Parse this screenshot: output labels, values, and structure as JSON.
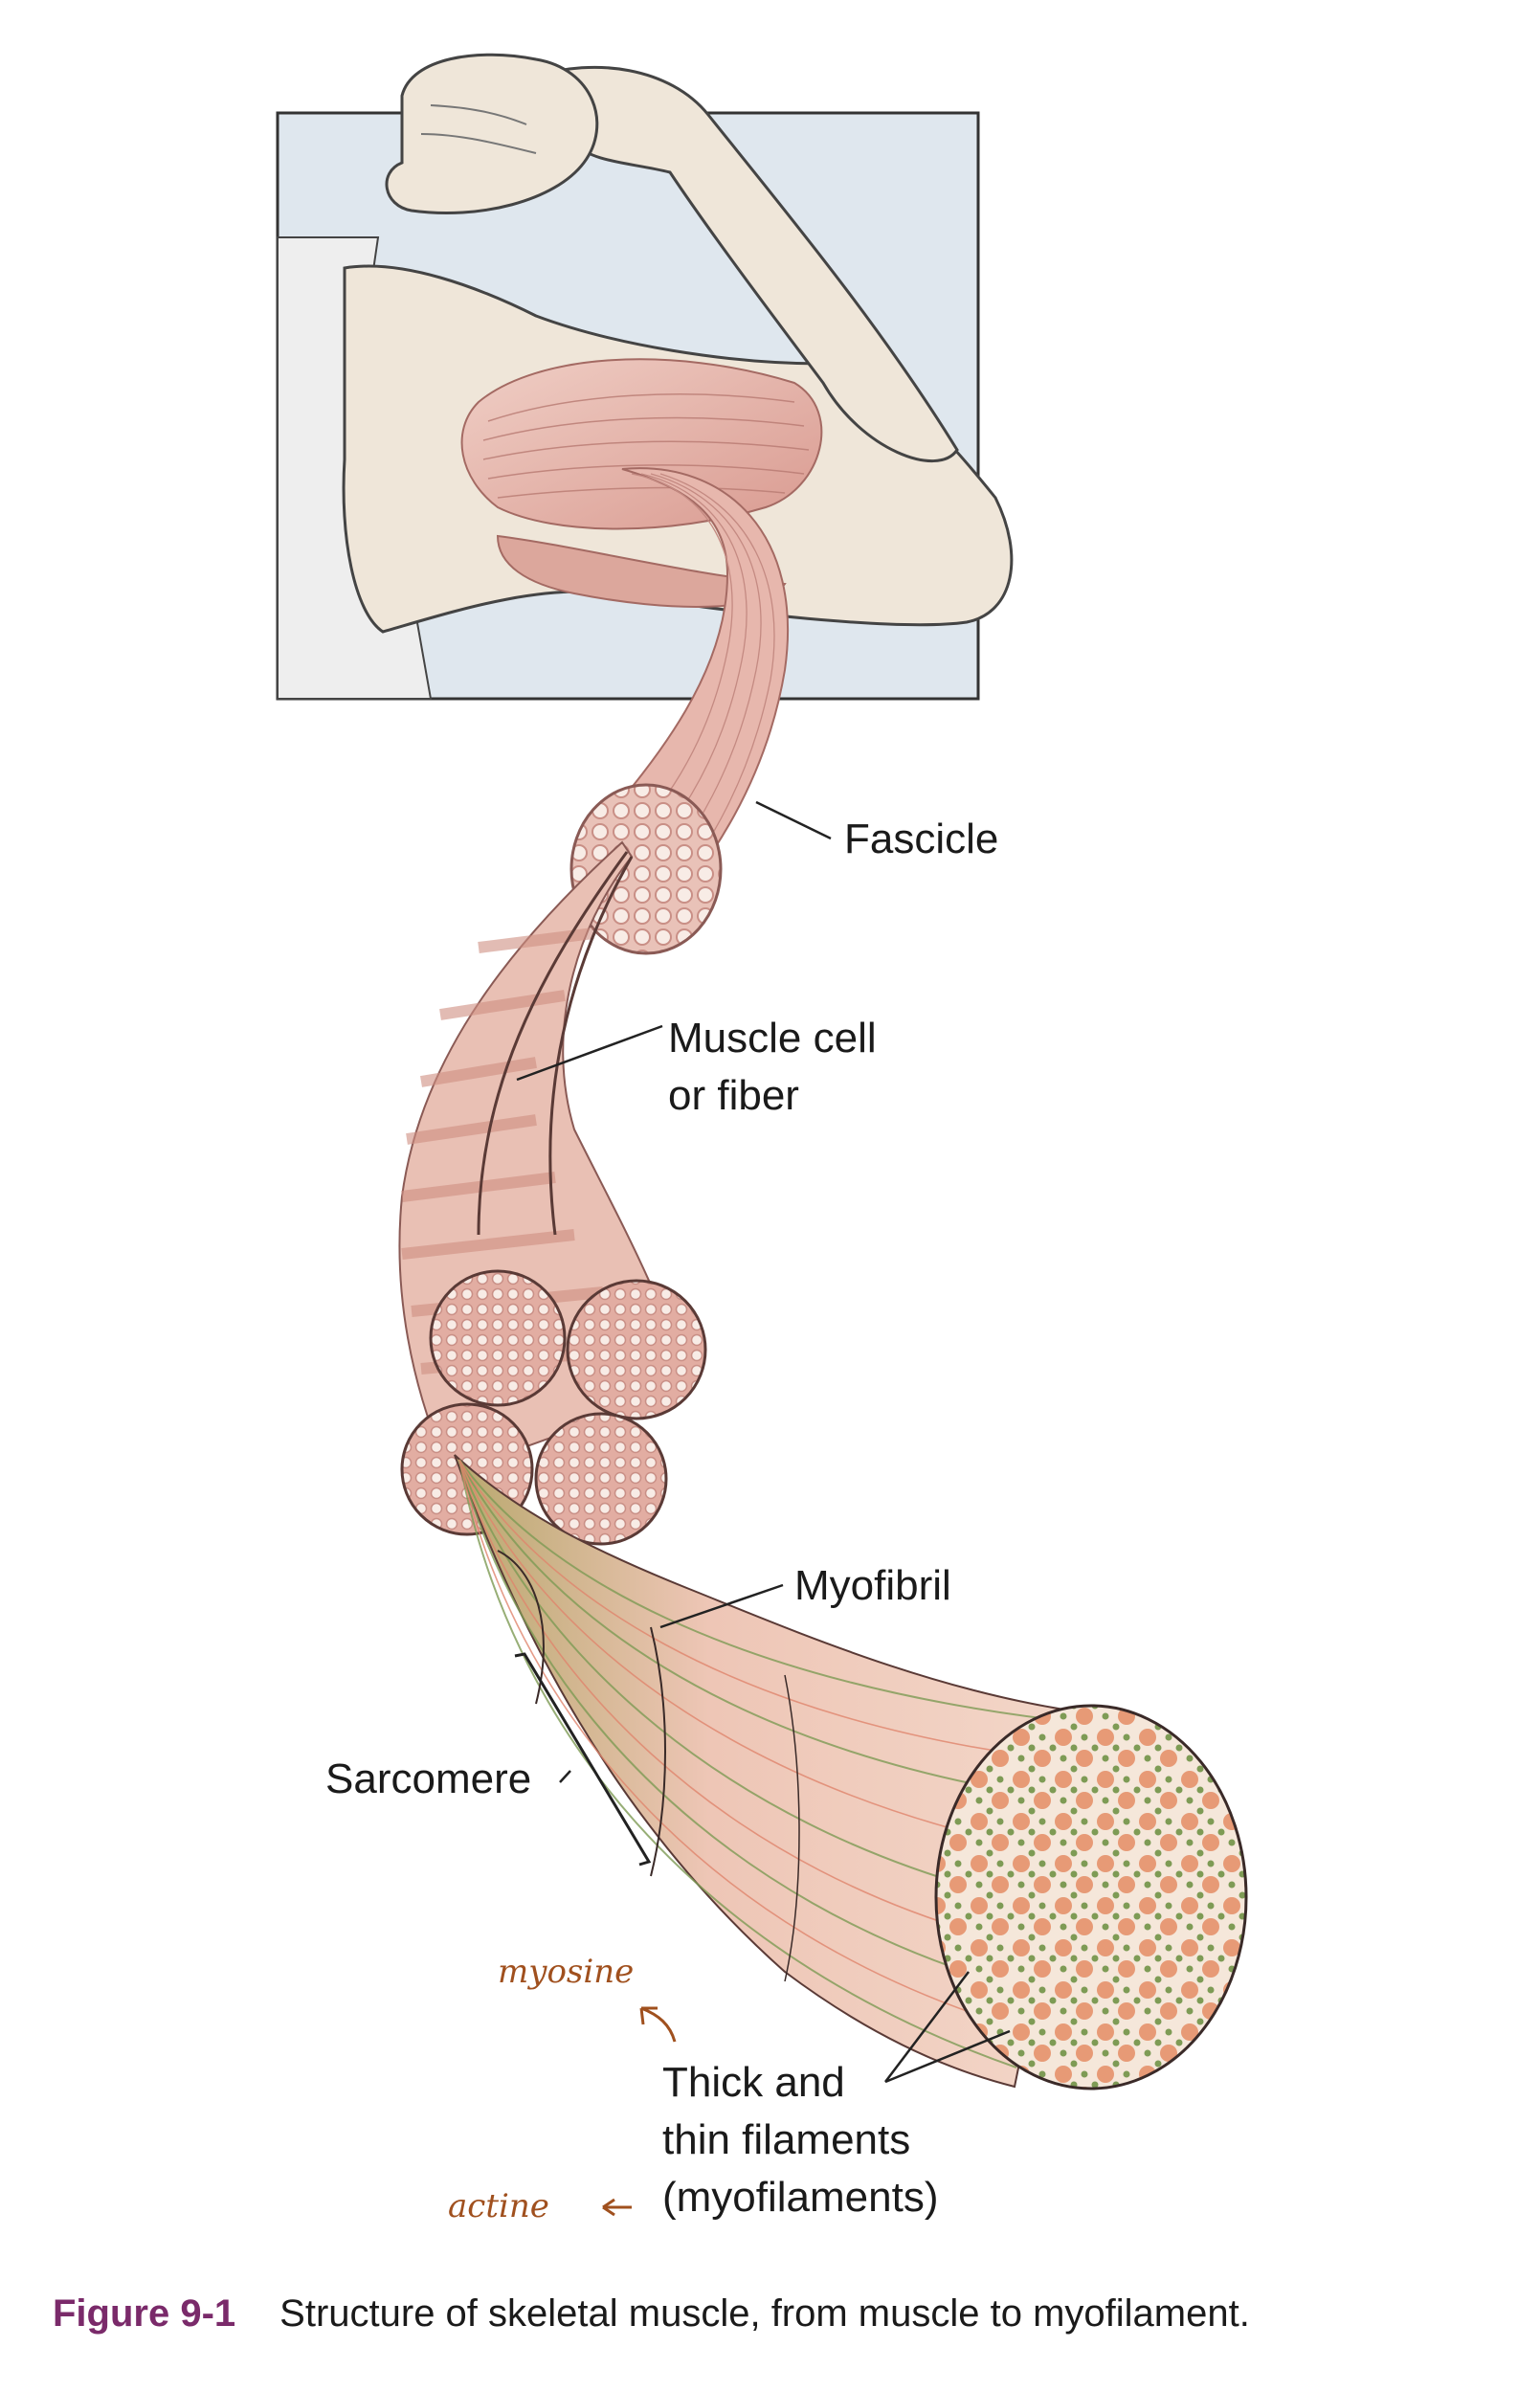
{
  "labels": {
    "fascicle": "Fascicle",
    "muscle_cell_line1": "Muscle cell",
    "muscle_cell_line2": "or fiber",
    "myofibril": "Myofibril",
    "sarcomere": "Sarcomere",
    "filaments_line1": "Thick and",
    "filaments_line2": "thin filaments",
    "filaments_line3": "(myofilaments)"
  },
  "handwritten": {
    "myosin": "myosine",
    "actin": "actine"
  },
  "caption": {
    "number": "Figure 9-1",
    "text": "Structure of skeletal muscle, from muscle to myofilament."
  },
  "colors": {
    "panel_bg": "#dfe7ee",
    "skin": "#efe6d9",
    "muscle": "#e7b7ad",
    "muscle_dark": "#c98f86",
    "thick_filament": "#e79a76",
    "thin_filament": "#7e9b55",
    "caption_accent": "#7a2a6a",
    "handwriting": "#a0501e"
  }
}
